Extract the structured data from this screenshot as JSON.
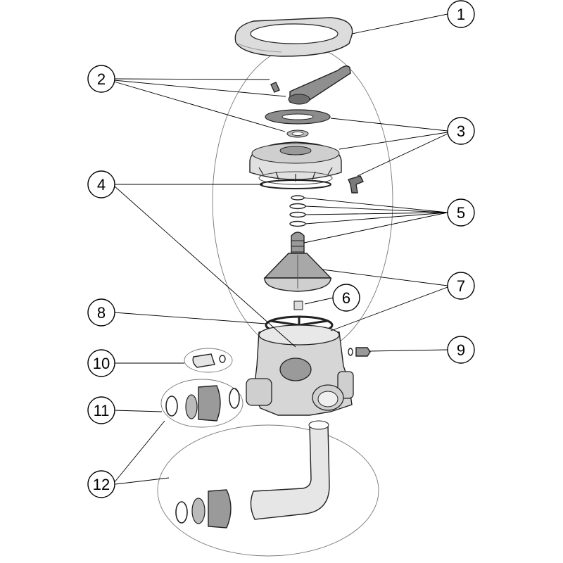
{
  "diagram": {
    "callouts": [
      {
        "id": "c1",
        "label": "1"
      },
      {
        "id": "c2",
        "label": "2"
      },
      {
        "id": "c3",
        "label": "3"
      },
      {
        "id": "c4",
        "label": "4"
      },
      {
        "id": "c5",
        "label": "5"
      },
      {
        "id": "c6",
        "label": "6"
      },
      {
        "id": "c7",
        "label": "7"
      },
      {
        "id": "c8",
        "label": "8"
      },
      {
        "id": "c9",
        "label": "9"
      },
      {
        "id": "c10",
        "label": "10"
      },
      {
        "id": "c11",
        "label": "11"
      },
      {
        "id": "c12",
        "label": "12"
      }
    ],
    "colors": {
      "part_fill": "#d9d9d9",
      "part_dark": "#8c8c8c",
      "part_light": "#efefef",
      "outline": "#222222"
    }
  }
}
